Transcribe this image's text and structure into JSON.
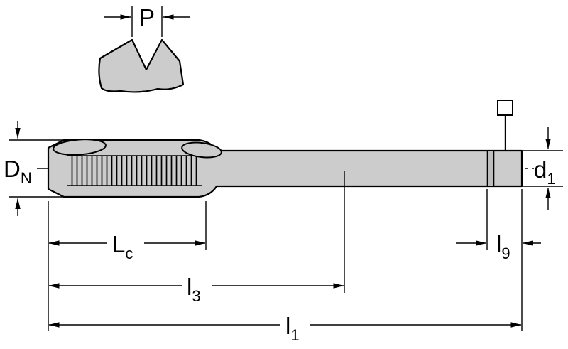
{
  "diagram": {
    "labels": {
      "pitch": {
        "main": "P"
      },
      "nominal_diameter": {
        "main": "D",
        "sub": "N"
      },
      "shank_diameter": {
        "main": "d",
        "sub": "1"
      },
      "chamfer_length": {
        "main": "L",
        "sub": "c"
      },
      "thread_length": {
        "main": "l",
        "sub": "3"
      },
      "square_length": {
        "main": "l",
        "sub": "9"
      },
      "overall_length": {
        "main": "l",
        "sub": "1"
      }
    },
    "colors": {
      "body_fill": "#cccccc",
      "line": "#000000",
      "background": "#ffffff"
    }
  }
}
